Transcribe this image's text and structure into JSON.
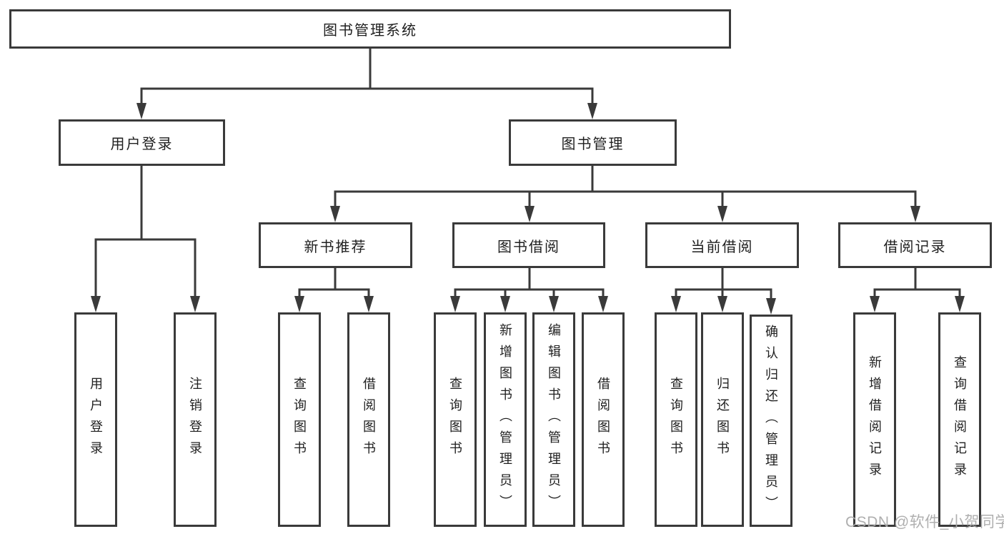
{
  "colors": {
    "line": "#3a3a3a",
    "text": "#1f1f1f",
    "box_background": "#ffffff",
    "page_background": "#ffffff",
    "watermark": "#a9a9a9"
  },
  "tree": {
    "label": "图书管理系统",
    "children": [
      {
        "label": "用户登录",
        "children": [
          {
            "label": "用户登录"
          },
          {
            "label": "注销登录"
          }
        ]
      },
      {
        "label": "图书管理",
        "children": [
          {
            "label": "新书推荐",
            "children": [
              {
                "label": "查询图书"
              },
              {
                "label": "借阅图书"
              }
            ]
          },
          {
            "label": "图书借阅",
            "children": [
              {
                "label": "查询图书"
              },
              {
                "label": "新增图书（管理员）"
              },
              {
                "label": "编辑图书（管理员）"
              },
              {
                "label": "借阅图书"
              }
            ]
          },
          {
            "label": "当前借阅",
            "children": [
              {
                "label": "查询图书"
              },
              {
                "label": "归还图书"
              },
              {
                "label": "确认归还（管理员）"
              }
            ]
          },
          {
            "label": "借阅记录",
            "children": [
              {
                "label": "新增借阅记录"
              },
              {
                "label": "查询借阅记录"
              }
            ]
          }
        ]
      }
    ]
  },
  "watermark": {
    "text": "CSDN @软件_小贺同学"
  }
}
